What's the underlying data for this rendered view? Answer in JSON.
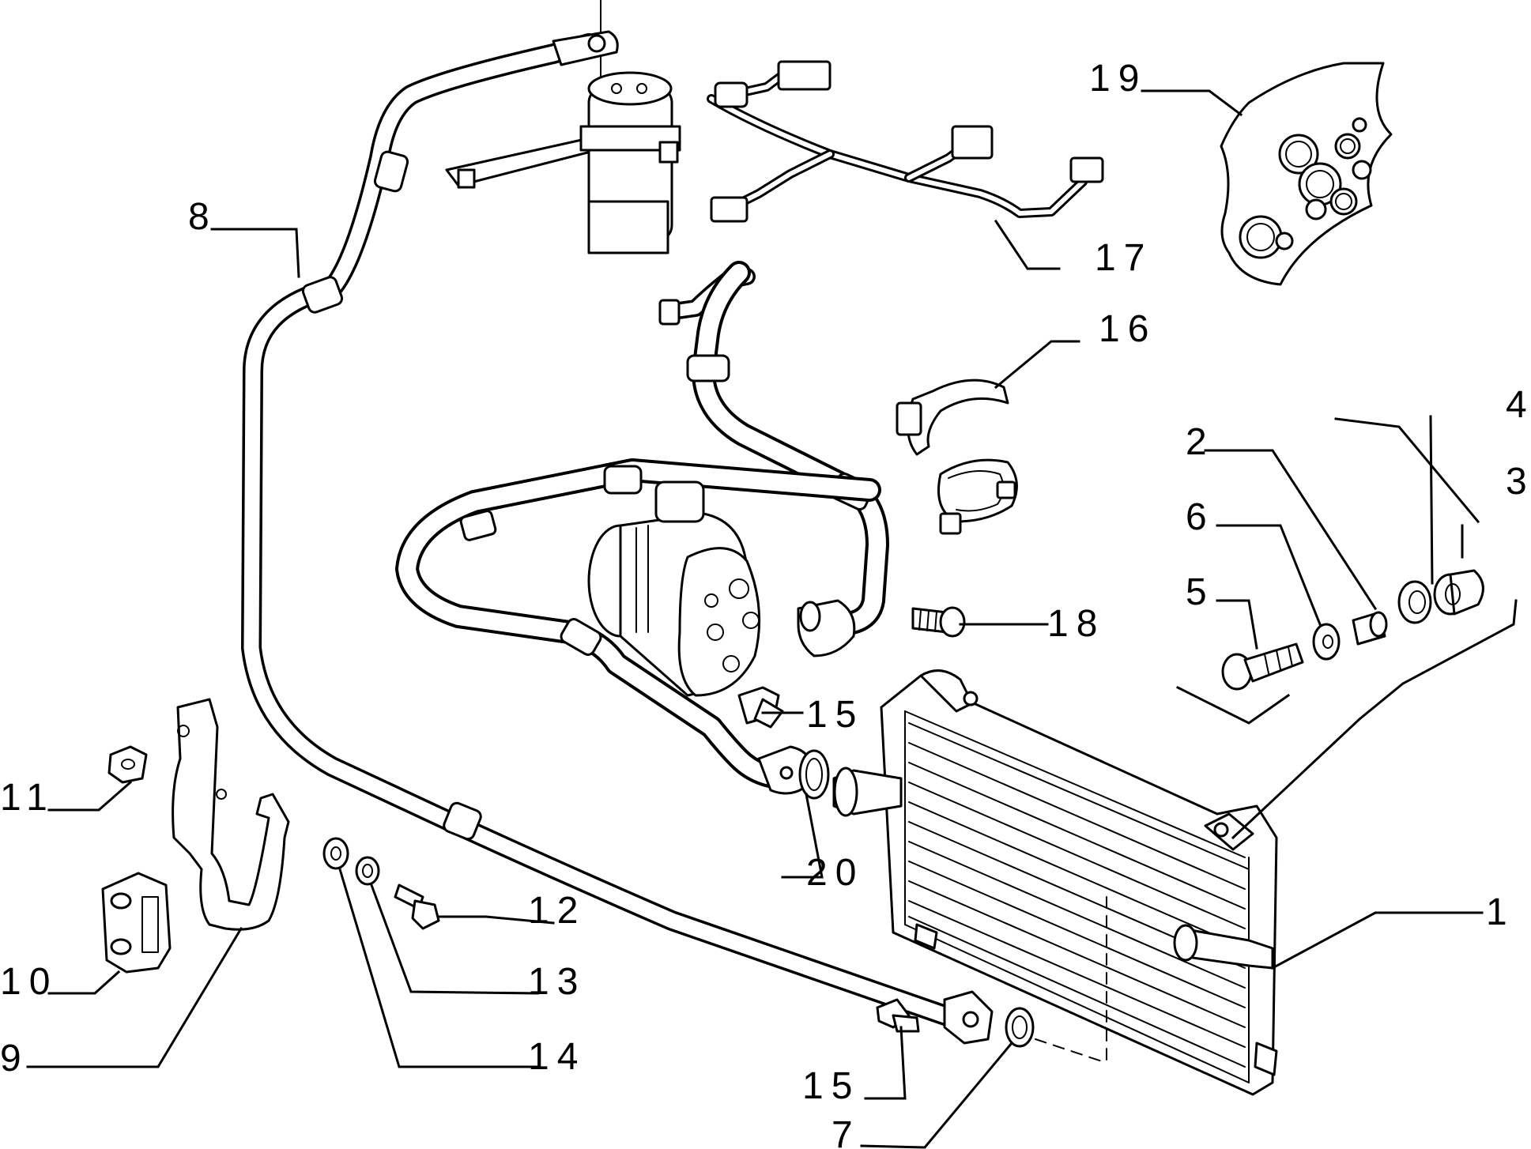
{
  "callouts": {
    "c1": "1",
    "c2": "2",
    "c3": "3",
    "c4": "4",
    "c5": "5",
    "c6": "6",
    "c7": "7",
    "c8": "8",
    "c9": "9",
    "c10": "10",
    "c11": "11",
    "c12": "12",
    "c13": "13",
    "c14": "14",
    "c15a": "15",
    "c15b": "15",
    "c16": "16",
    "c17": "17",
    "c18": "18",
    "c19": "19",
    "c20": "20"
  }
}
